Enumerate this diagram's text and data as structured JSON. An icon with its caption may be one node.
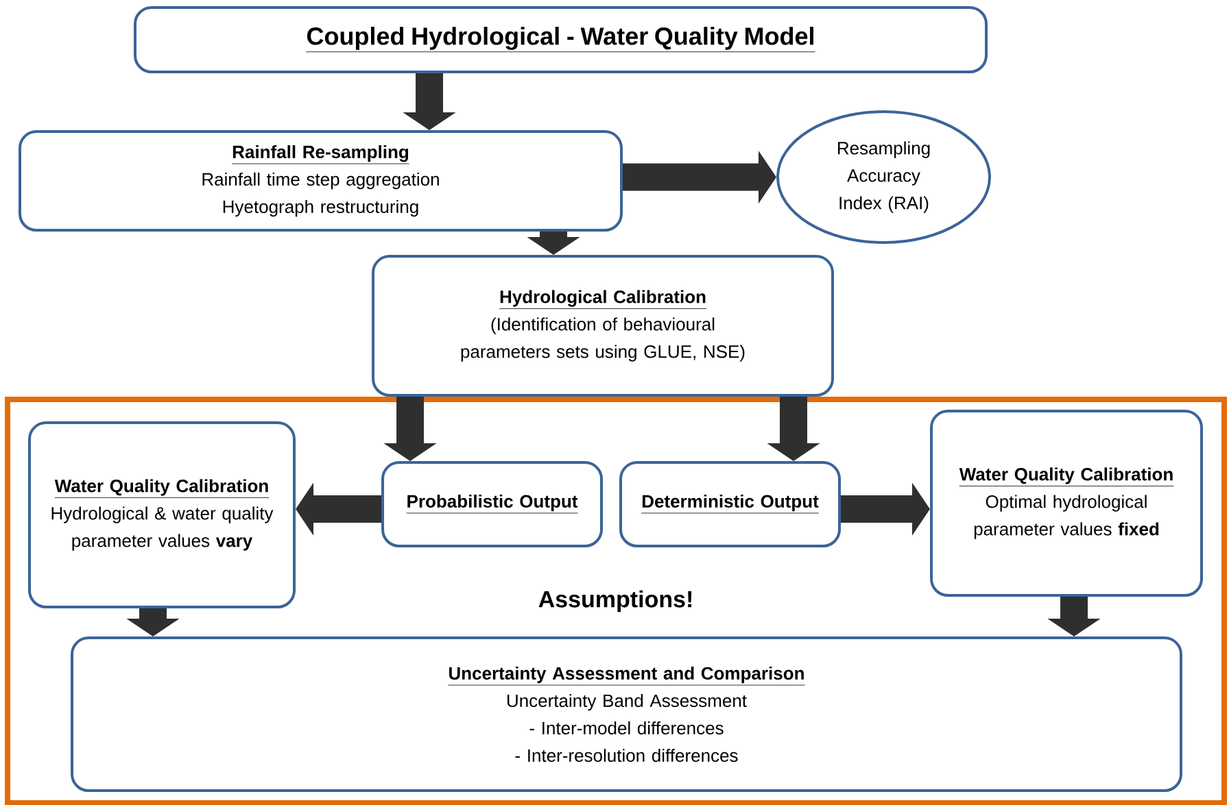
{
  "diagram": {
    "nodes": [
      {
        "text": [
          "Coupled Hydrological - Water Quality Model"
        ]
      },
      {
        "text": [
          "Rainfall Re-sampling",
          "Rainfall time step aggregation",
          "Hyetograph restructuring"
        ]
      },
      {
        "text": [
          "Resampling Accuracy Index (RAI)"
        ]
      },
      {
        "text": [
          "Hydrological Calibration",
          "(Identification of behavioural parameters sets using GLUE, NSE)"
        ]
      },
      {
        "text": [
          "Assumptions!"
        ]
      },
      {
        "text": [
          "Water Quality Calibration",
          "Hydrological & water quality parameter values **vary**"
        ],
        "in": 4
      },
      {
        "text": [
          "Probabilistic Output"
        ],
        "in": 4
      },
      {
        "text": [
          "Deterministic Output"
        ],
        "in": 4
      },
      {
        "text": [
          "Water Quality Calibration",
          "Optimal hydrological parameter values **fixed**"
        ],
        "in": 4
      },
      {
        "text": [
          "Uncertainty Assessment and Comparison",
          "Uncertainty Band Assessment",
          "- Inter-model differences",
          "- Inter-resolution differences"
        ],
        "in": 4
      }
    ],
    "edges": [
      {
        "from": 0,
        "to": 1,
        "arrow": "to"
      },
      {
        "from": 1,
        "to": 2,
        "arrow": "to"
      },
      {
        "from": 1,
        "to": 3,
        "arrow": "to"
      },
      {
        "from": 3,
        "to": 6,
        "arrow": "to"
      },
      {
        "from": 3,
        "to": 7,
        "arrow": "to"
      },
      {
        "from": 6,
        "to": 5,
        "arrow": "to"
      },
      {
        "from": 7,
        "to": 8,
        "arrow": "to"
      },
      {
        "from": 5,
        "to": 9,
        "arrow": "to"
      },
      {
        "from": 8,
        "to": 9,
        "arrow": "to"
      }
    ]
  }
}
